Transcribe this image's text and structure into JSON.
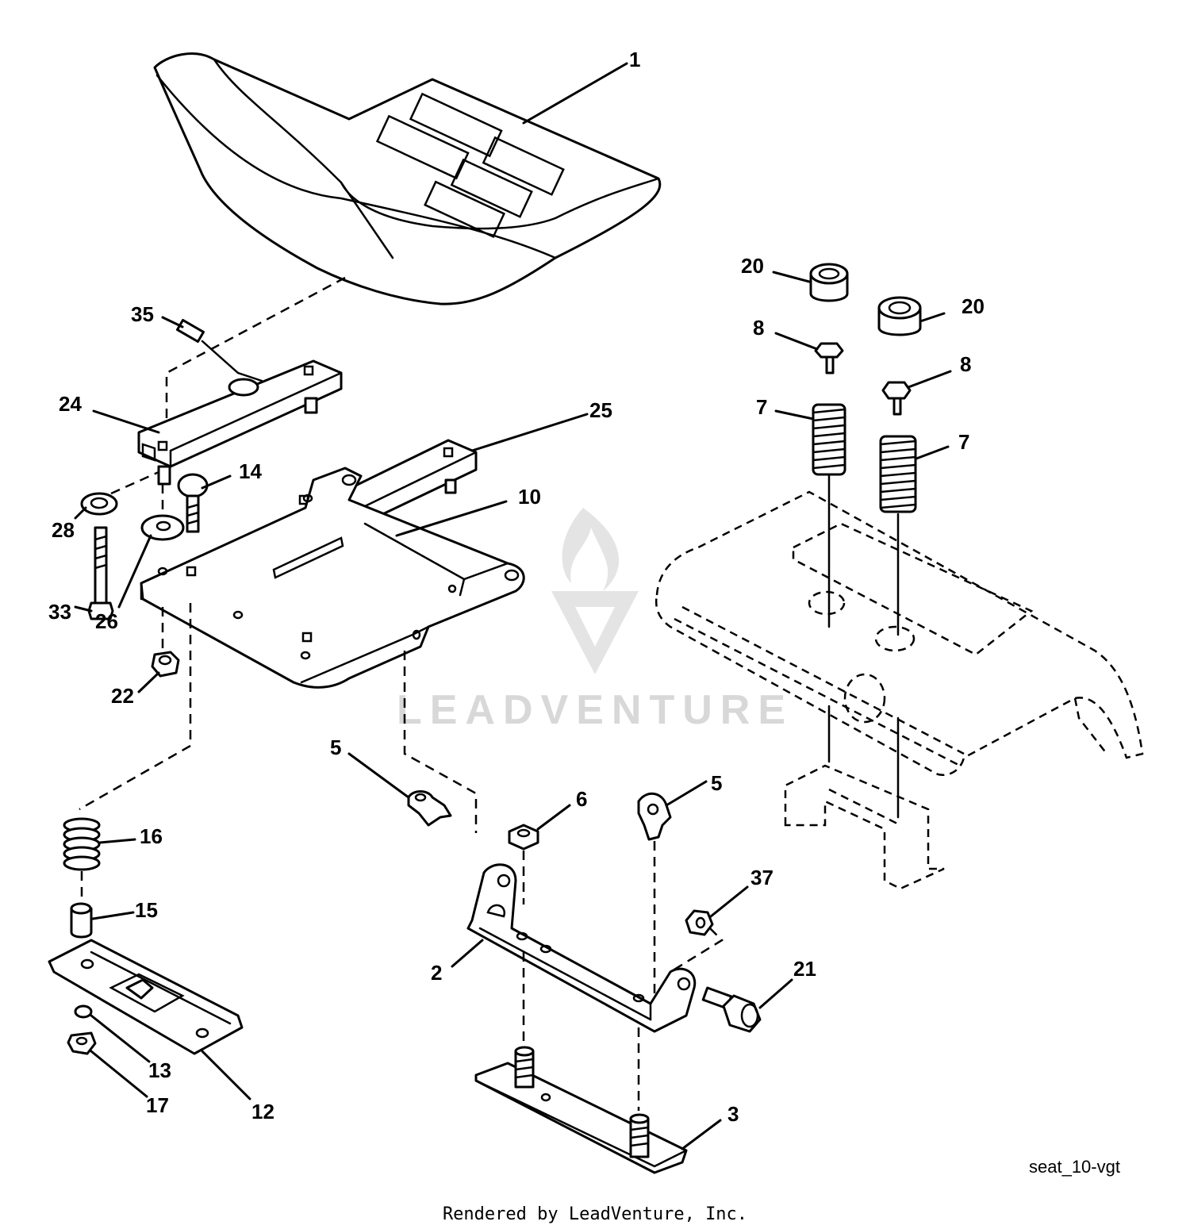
{
  "diagram": {
    "callouts": [
      {
        "id": "1",
        "label": "1"
      },
      {
        "id": "20a",
        "label": "20"
      },
      {
        "id": "20b",
        "label": "20"
      },
      {
        "id": "8a",
        "label": "8"
      },
      {
        "id": "8b",
        "label": "8"
      },
      {
        "id": "7a",
        "label": "7"
      },
      {
        "id": "7b",
        "label": "7"
      },
      {
        "id": "35",
        "label": "35"
      },
      {
        "id": "24",
        "label": "24"
      },
      {
        "id": "25",
        "label": "25"
      },
      {
        "id": "14",
        "label": "14"
      },
      {
        "id": "10",
        "label": "10"
      },
      {
        "id": "28",
        "label": "28"
      },
      {
        "id": "33",
        "label": "33"
      },
      {
        "id": "26",
        "label": "26"
      },
      {
        "id": "22",
        "label": "22"
      },
      {
        "id": "5a",
        "label": "5"
      },
      {
        "id": "5b",
        "label": "5"
      },
      {
        "id": "6",
        "label": "6"
      },
      {
        "id": "16",
        "label": "16"
      },
      {
        "id": "15",
        "label": "15"
      },
      {
        "id": "37",
        "label": "37"
      },
      {
        "id": "2",
        "label": "2"
      },
      {
        "id": "21",
        "label": "21"
      },
      {
        "id": "13",
        "label": "13"
      },
      {
        "id": "17",
        "label": "17"
      },
      {
        "id": "12",
        "label": "12"
      },
      {
        "id": "3",
        "label": "3"
      }
    ],
    "drawing_code": "seat_10-vgt",
    "watermark": "LEADVENTURE",
    "credit": "Rendered by LeadVenture, Inc."
  }
}
